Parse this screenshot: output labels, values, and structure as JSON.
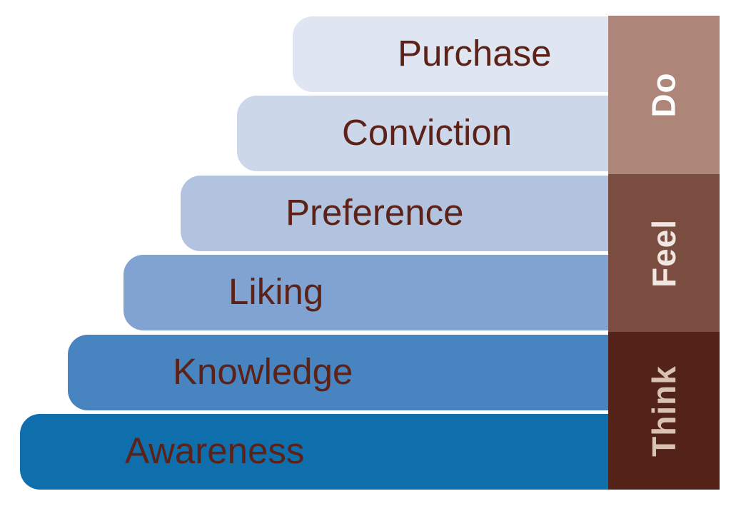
{
  "stages": [
    {
      "label": "Purchase",
      "color": "#dfe5f1"
    },
    {
      "label": "Conviction",
      "color": "#ccd7ea"
    },
    {
      "label": "Preference",
      "color": "#b2c3df"
    },
    {
      "label": "Liking",
      "color": "#81a3d2"
    },
    {
      "label": "Knowledge",
      "color": "#4884c0"
    },
    {
      "label": "Awareness",
      "color": "#0f6fac"
    }
  ],
  "stage_label_color": "#5c2217",
  "groups": [
    {
      "label": "Do",
      "color": "#ad8579",
      "text_color": "#fdfdfd"
    },
    {
      "label": "Feel",
      "color": "#7b4d41",
      "text_color": "#f0e7e0"
    },
    {
      "label": "Think",
      "color": "#53231a",
      "text_color": "#d9c2b2"
    }
  ]
}
